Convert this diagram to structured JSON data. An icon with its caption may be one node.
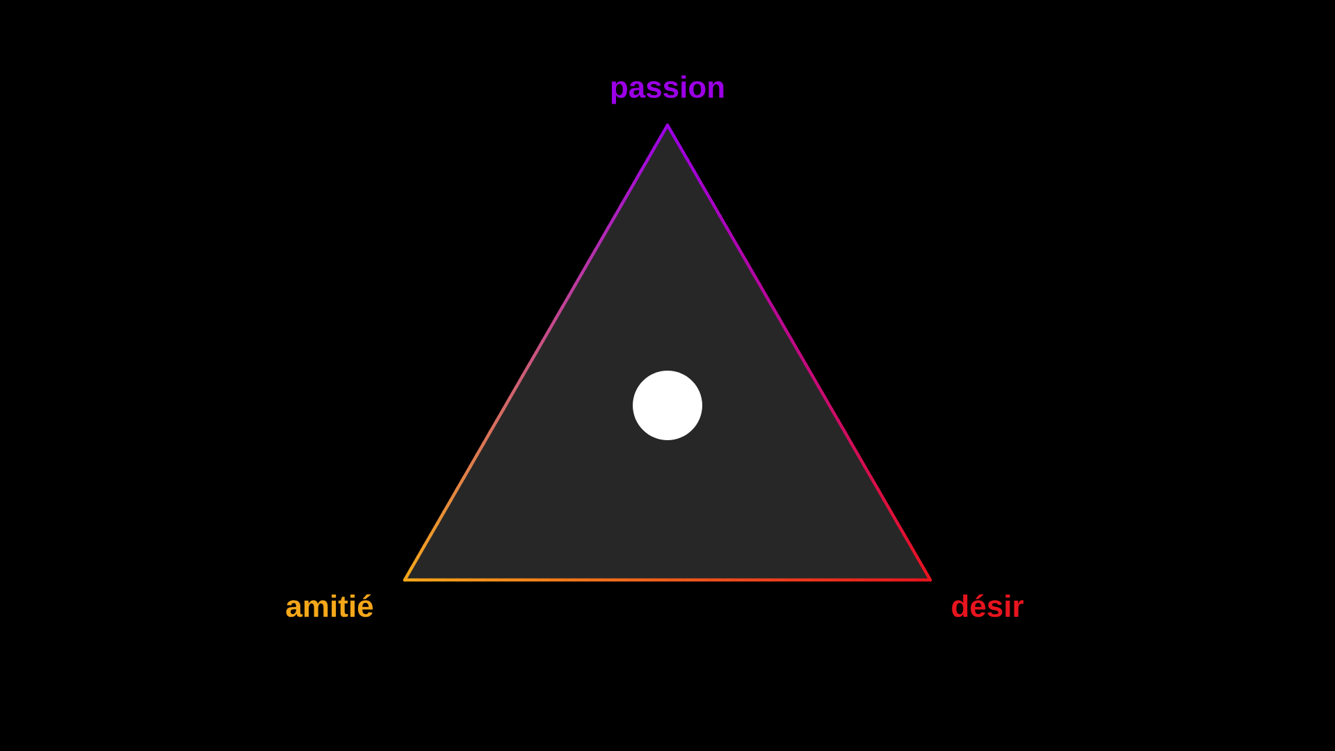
{
  "diagram": {
    "nodes": [
      {
        "text": [],
        "shape": "circle"
      }
    ],
    "labels": [
      "passion",
      "amitié",
      "désir"
    ]
  }
}
